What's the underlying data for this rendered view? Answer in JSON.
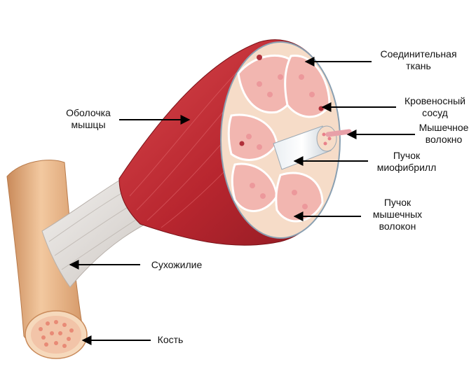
{
  "labels": {
    "connective_tissue": "Соединительная\nткань",
    "blood_vessel": "Кровеносный\nсосуд",
    "muscle_fiber": "Мышечное\nволокно",
    "myofibril_bundle": "Пучок\nмиофибрилл",
    "fascicle": "Пучок\nмышечных\nволокон",
    "muscle_sheath": "Оболочка\nмышцы",
    "tendon": "Сухожилие",
    "bone": "Кость"
  },
  "colors": {
    "muscle": "#c8323a",
    "muscle_dark": "#8e1a22",
    "fascicle": "#f2b6b0",
    "sheath": "#f6dcc8",
    "tendon": "#e8e4e0",
    "bone": "#eab88a",
    "marrow": "#f0a89a",
    "arrow": "#000000"
  }
}
